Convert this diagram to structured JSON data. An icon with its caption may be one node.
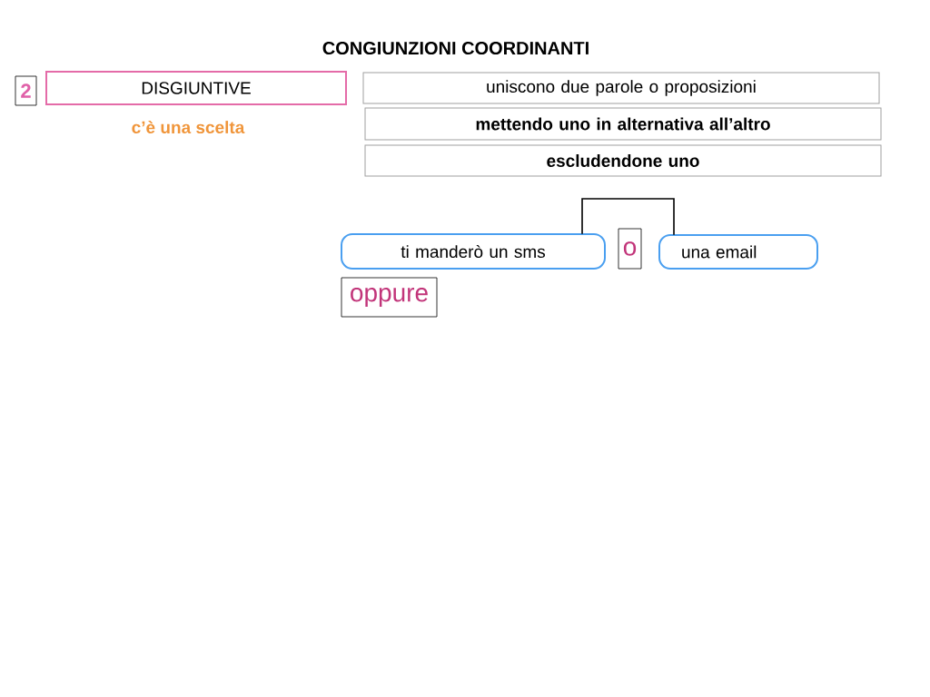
{
  "diagram": {
    "title": "CONGIUNZIONI COORDINANTI",
    "nodes": [
      {
        "text": [
          "2"
        ]
      },
      {
        "text": [
          "DISGIUNTIVE"
        ]
      },
      {
        "text": [
          "uniscono due parole o proposizioni"
        ]
      },
      {
        "text": [
          "mettendo uno in alternativa all’altro"
        ]
      },
      {
        "text": [
          "escludendone uno"
        ]
      },
      {
        "text": [
          "ti manderò un sms"
        ]
      },
      {
        "text": [
          "o"
        ]
      },
      {
        "text": [
          "una email"
        ]
      },
      {
        "text": [
          "oppure"
        ]
      }
    ],
    "edges": [
      {
        "from": 5,
        "to": 7,
        "arrow": "none"
      }
    ],
    "labels": [
      "c’è una scelta"
    ]
  }
}
